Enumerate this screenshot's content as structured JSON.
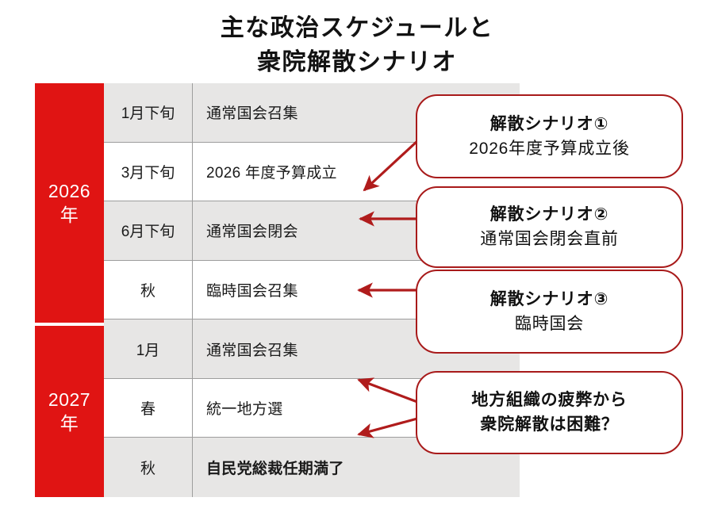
{
  "title": {
    "line1": "主な政治スケジュールと",
    "line2": "衆院解散シナリオ"
  },
  "table": {
    "year_groups": [
      {
        "year_number": "2026",
        "year_suffix": "年"
      },
      {
        "year_number": "2027",
        "year_suffix": "年"
      }
    ],
    "rows": [
      {
        "period": "1月下旬",
        "event": "通常国会召集"
      },
      {
        "period": "3月下旬",
        "event": "2026 年度予算成立"
      },
      {
        "period": "6月下旬",
        "event": "通常国会閉会"
      },
      {
        "period": "秋",
        "event": "臨時国会召集"
      },
      {
        "period": "1月",
        "event": "通常国会召集"
      },
      {
        "period": "春",
        "event": "統一地方選"
      },
      {
        "period": "秋",
        "event": "自民党総裁任期満了"
      }
    ]
  },
  "callouts": [
    {
      "line1": "解散シナリオ①",
      "line2": "2026年度予算成立後"
    },
    {
      "line1": "解散シナリオ②",
      "line2": "通常国会閉会直前"
    },
    {
      "line1": "解散シナリオ③",
      "line2": "臨時国会"
    },
    {
      "line1": "地方組織の疲弊から",
      "line2": "衆院解散は困難？"
    }
  ],
  "colors": {
    "year_rail_red": "#e01413",
    "callout_border_red": "#a81a1a",
    "arrow_red": "#b01c1c",
    "row_shade_gray": "#e7e6e5",
    "row_plain_white": "#ffffff",
    "grid_line_gray": "#9d9d9d",
    "text_black": "#1a1a1a"
  }
}
